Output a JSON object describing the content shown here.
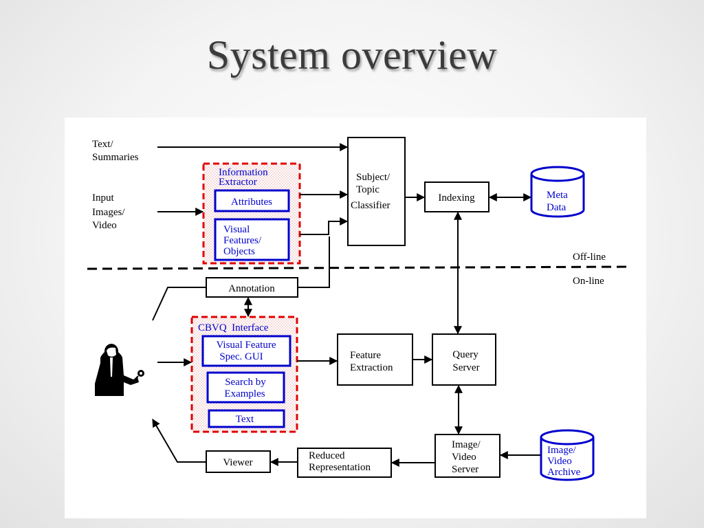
{
  "slide": {
    "title": "System overview"
  },
  "diagram": {
    "inputs": {
      "text_summaries": [
        "Text/",
        "Summaries"
      ],
      "input_images_video": [
        "Input",
        "Images/",
        "Video"
      ]
    },
    "information_extractor": {
      "title": [
        "Information",
        "Extractor"
      ],
      "attributes": "Attributes",
      "visual_features": [
        "Visual",
        "Features/",
        "Objects"
      ]
    },
    "classifier": [
      "Subject/",
      "Topic",
      "Classifier"
    ],
    "indexing": "Indexing",
    "meta_data": [
      "Meta",
      "Data"
    ],
    "offline": "Off-line",
    "online": "On-line",
    "annotation": "Annotation",
    "cbvq_interface": {
      "title": "CBVQ  Interface",
      "visual_feature_gui": [
        "Visual Feature",
        "Spec. GUI"
      ],
      "search_by_examples": [
        "Search by",
        "Examples"
      ],
      "text": "Text"
    },
    "feature_extraction": [
      "Feature",
      "Extraction"
    ],
    "query_server": [
      "Query",
      "Server"
    ],
    "image_video_server": [
      "Image/",
      "Video",
      "Server"
    ],
    "image_video_archive": [
      "Image/",
      "Video",
      "Archive"
    ],
    "reduced_representation": [
      "Reduced",
      "Representation"
    ],
    "viewer": "Viewer",
    "colors": {
      "accent_blue": "#0000cc",
      "dashed_red": "#e00000"
    }
  }
}
